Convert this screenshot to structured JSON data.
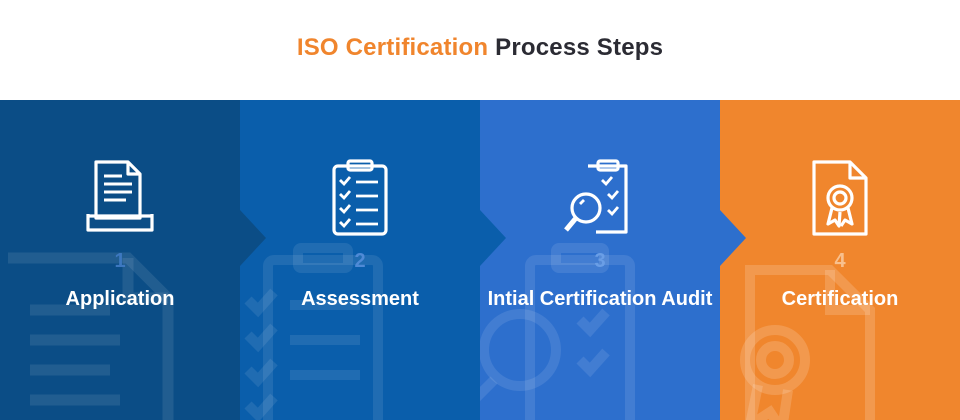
{
  "title": {
    "highlight": "ISO Certification",
    "rest": "Process Steps"
  },
  "colors": {
    "accent": "#f0852d",
    "step1": "#0b4d86",
    "step2": "#0a5eab",
    "step3": "#2d6fcd",
    "step4": "#f0862d"
  },
  "steps": [
    {
      "number": "1",
      "label": "Application",
      "icon": "document-tray-icon"
    },
    {
      "number": "2",
      "label": "Assessment",
      "icon": "clipboard-checklist-icon"
    },
    {
      "number": "3",
      "label": "Intial Certification Audit",
      "icon": "clipboard-magnifier-icon"
    },
    {
      "number": "4",
      "label": "Certification",
      "icon": "certificate-award-icon"
    }
  ]
}
